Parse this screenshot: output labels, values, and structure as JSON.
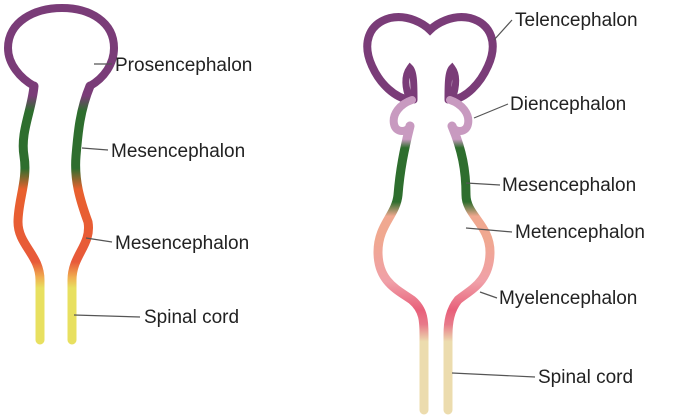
{
  "left_stage": {
    "labels": [
      "Prosencephalon",
      "Mesencephalon",
      "Mesencephalon",
      "Spinal cord"
    ]
  },
  "right_stage": {
    "labels": [
      "Telencephalon",
      "Diencephalon",
      "Mesencephalon",
      "Metencephalon",
      "Myelencephalon",
      "Spinal cord"
    ]
  },
  "colors": {
    "prosencephalon": "#7a3c78",
    "telencephalon": "#7a3c78",
    "diencephalon": "#c89ac0",
    "mesencephalon": "#2e6e2e",
    "rhombencephalon": "#e8602e",
    "metencephalon": "#f0a890",
    "myelencephalon": "#e87a8a",
    "spinal_cord_left": "#e8e060",
    "spinal_cord_right": "#ecdcae",
    "leader_line": "#555555"
  }
}
